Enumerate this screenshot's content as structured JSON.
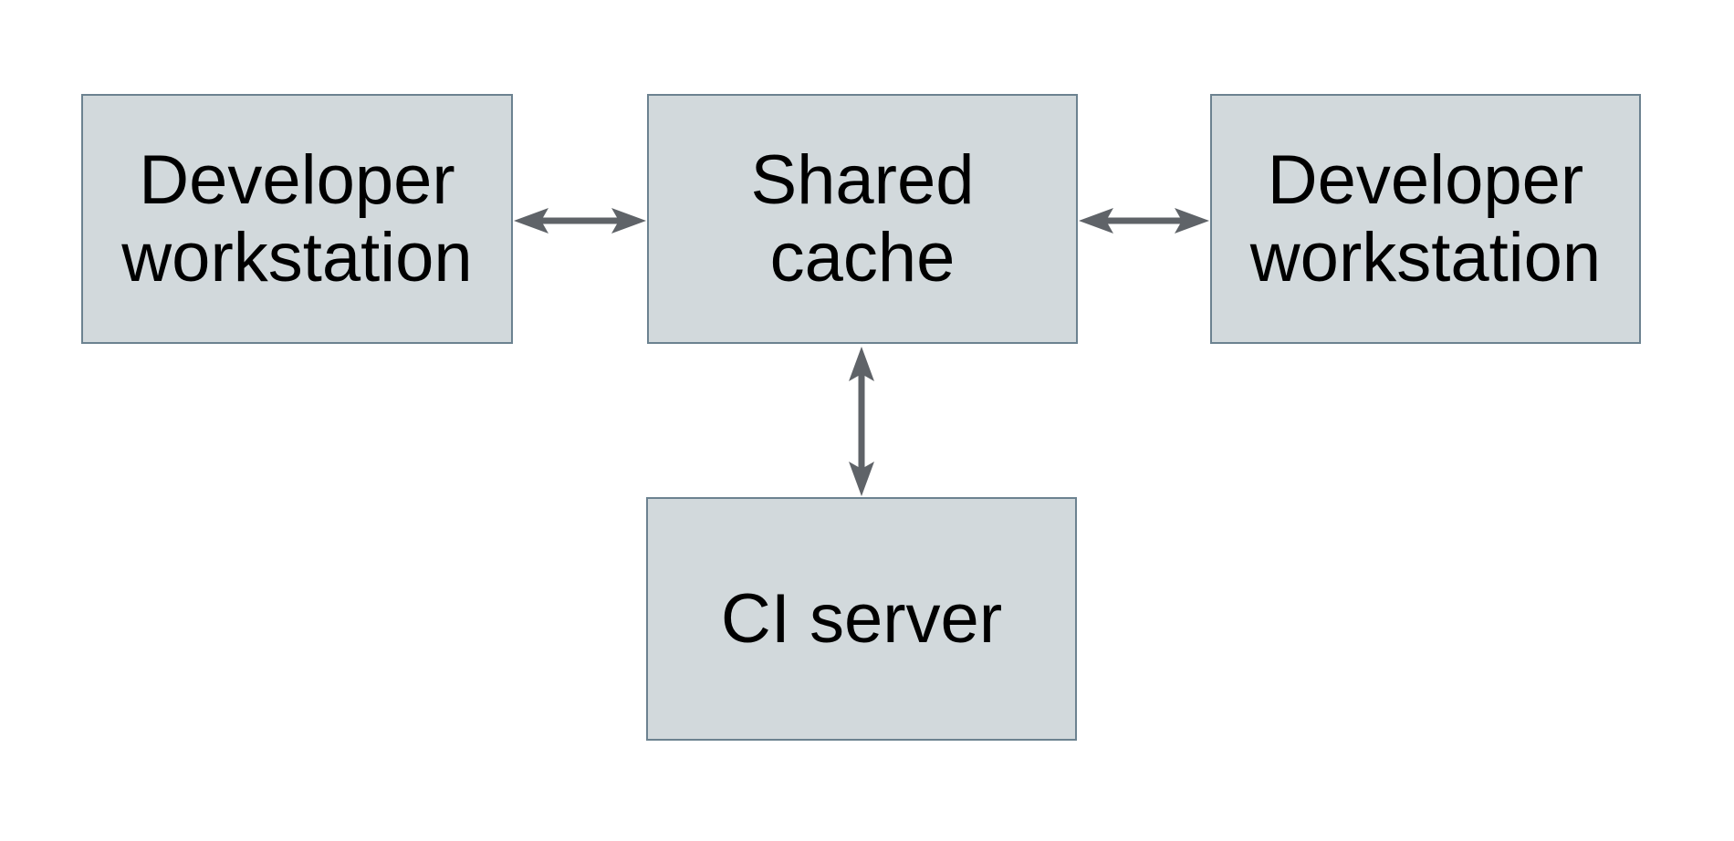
{
  "diagram": {
    "title": "",
    "nodes": [
      {
        "id": "developer-workstation-left",
        "label": "Developer\nworkstation"
      },
      {
        "id": "shared-cache",
        "label": "Shared\ncache"
      },
      {
        "id": "developer-workstation-right",
        "label": "Developer\nworkstation"
      },
      {
        "id": "ci-server",
        "label": "CI server"
      }
    ],
    "edges": [
      {
        "from": "developer-workstation-left",
        "to": "shared-cache",
        "type": "bidirectional"
      },
      {
        "from": "shared-cache",
        "to": "developer-workstation-right",
        "type": "bidirectional"
      },
      {
        "from": "shared-cache",
        "to": "ci-server",
        "type": "bidirectional"
      }
    ],
    "colors": {
      "background": "#ffffff",
      "node_fill": "#d2d9dc",
      "node_border": "#6c8290",
      "arrow": "#5f6368",
      "text": "#000000"
    }
  }
}
